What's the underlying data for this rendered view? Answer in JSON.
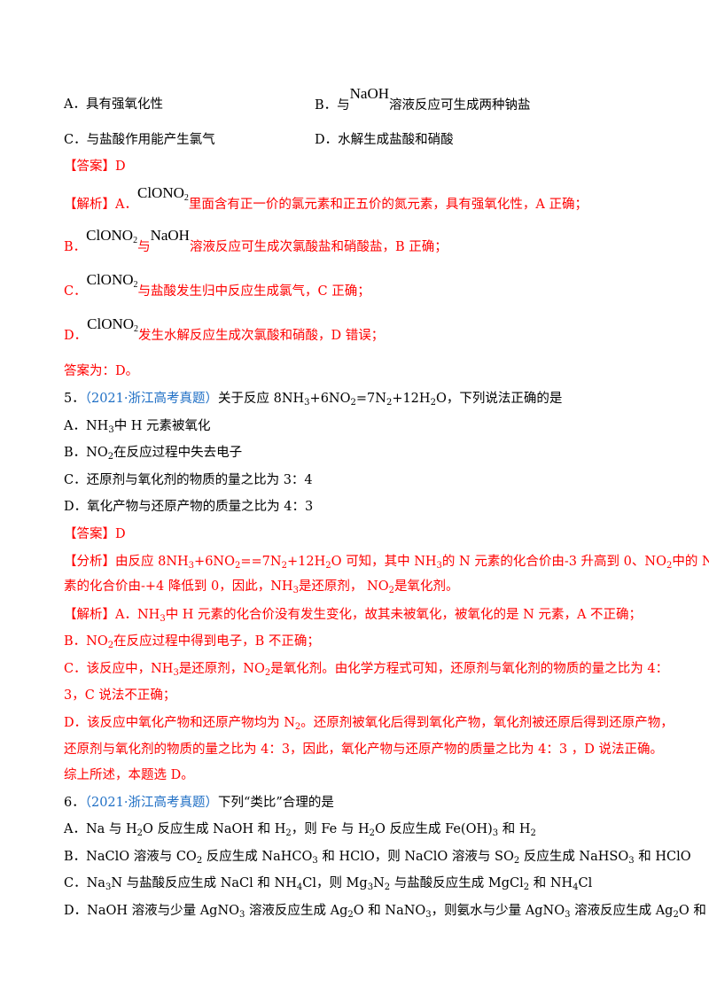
{
  "q4": {
    "optA": "A．具有强氧化性",
    "optB_pre": "B．与",
    "optB_formula": "NaOH",
    "optB_post": "溶液反应可生成两种钠盐",
    "optC": "C．与盐酸作用能产生氯气",
    "optD": "D．水解生成盐酸和硝酸",
    "answer": "【答案】D",
    "expl_A_pre": "【解析】A．",
    "expl_A_formula": "ClONO",
    "expl_A_post": "里面含有正一价的氯元素和正五价的氮元素，具有强氧化性，A 正确；",
    "expl_B_label": "B．",
    "expl_B_formula": "ClONO",
    "expl_B_mid": "与",
    "expl_B_formula2": "NaOH",
    "expl_B_post": "溶液反应可生成次氯酸盐和硝酸盐，B 正确；",
    "expl_C_label": "C．",
    "expl_C_formula": "ClONO",
    "expl_C_post": "与盐酸发生归中反应生成氯气，C 正确；",
    "expl_D_label": "D．",
    "expl_D_formula": "ClONO",
    "expl_D_post": "发生水解反应生成次氯酸和硝酸，D 错误；",
    "final": "答案为：D。"
  },
  "q5": {
    "num": "5．",
    "source": "（2021·浙江高考真题）",
    "stem_pre": "关于反应 8NH",
    "stem_1": "+6NO",
    "stem_2": "=7N",
    "stem_3": "+12H",
    "stem_4": "O，下列说法正确的是",
    "optA_pre": "A．NH",
    "optA_post": "中 H 元素被氧化",
    "optB_pre": "B．NO",
    "optB_post": "在反应过程中失去电子",
    "optC": "C．还原剂与氧化剂的物质的量之比为 3：4",
    "optD": "D．氧化产物与还原产物的质量之比为 4：3",
    "answer": "【答案】D",
    "anal_pre": "【分析】由反应 8NH",
    "anal_1": "+6NO",
    "anal_2": "==7N",
    "anal_3": "+12H",
    "anal_4": "O 可知，其中 NH",
    "anal_5": "的 N 元素的化合价由-3 升高到 0、NO",
    "anal_6": "中的 N 元",
    "anal_line2_pre": "素的化合价由-+4 降低到 0，因此，NH",
    "anal_line2_mid": "是还原剂，  NO",
    "anal_line2_post": "是氧化剂。",
    "expA_pre": "【解析】A．NH",
    "expA_post": "中 H 元素的化合价没有发生变化，故其未被氧化，被氧化的是 N 元素，A 不正确；",
    "expB_pre": "B．NO",
    "expB_post": "在反应过程中得到电子，B 不正确；",
    "expC_pre": "C．该反应中，NH",
    "expC_mid": "是还原剂，NO",
    "expC_post": "是氧化剂。由化学方程式可知，还原剂与氧化剂的物质的量之比为 4：",
    "expC_line2": "3，C 说法不正确；",
    "expD_pre": "D．该反应中氧化产物和还原产物均为 N",
    "expD_post": "。还原剂被氧化后得到氧化产物，氧化剂被还原后得到还原产物，",
    "expD_line2": "还原剂与氧化剂的物质的量之比为 4：3，因此，氧化产物与还原产物的质量之比为 4：3 ，D 说法正确。",
    "expD_line3": "综上所述，本题选 D。"
  },
  "q6": {
    "num": "6．",
    "source": "（2021·浙江高考真题）",
    "stem": "下列“类比”合理的是",
    "optA": [
      "A．Na 与 H",
      "O 反应生成 NaOH 和 H",
      "，则 Fe 与 H",
      "O 反应生成 Fe(OH)",
      " 和 H"
    ],
    "optB": [
      "B．NaClO 溶液与 CO",
      " 反应生成 NaHCO",
      " 和 HClO，则 NaClO 溶液与 SO",
      " 反应生成 NaHSO",
      " 和 HClO"
    ],
    "optC": [
      "C．Na",
      "N 与盐酸反应生成 NaCl 和 NH",
      "Cl，则 Mg",
      "N",
      " 与盐酸反应生成 MgCl",
      " 和 NH",
      "Cl"
    ],
    "optD": [
      "D．NaOH 溶液与少量 AgNO",
      " 溶液反应生成 Ag",
      "O 和 NaNO",
      "，则氨水与少量 AgNO",
      " 溶液反应生成 Ag",
      "O 和"
    ]
  }
}
